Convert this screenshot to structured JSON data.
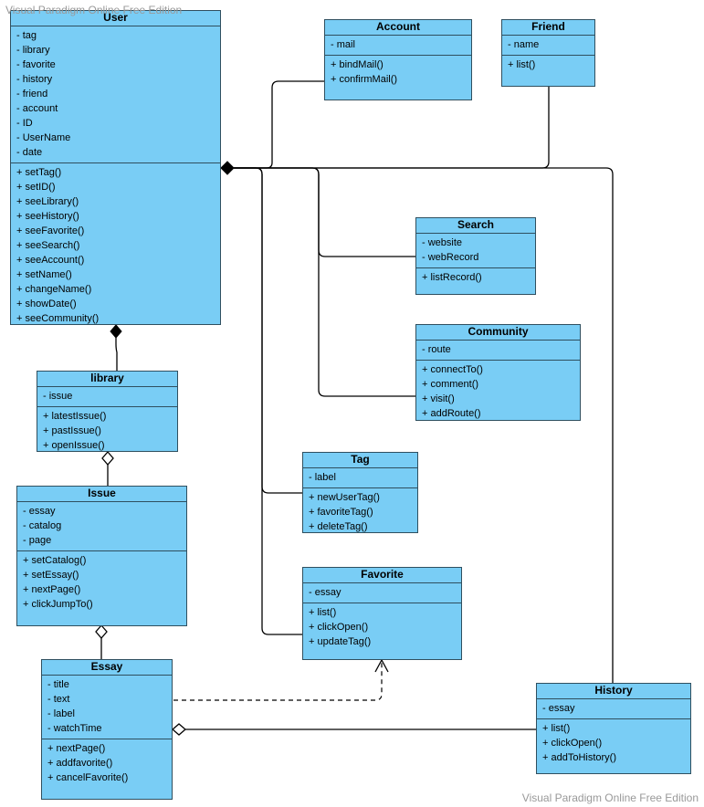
{
  "watermark": "Visual Paradigm Online Free Edition",
  "classes": {
    "user": {
      "name": "User",
      "attributes": [
        "- tag",
        "- library",
        "- favorite",
        "- history",
        "- friend",
        "- account",
        "- ID",
        "- UserName",
        "- date"
      ],
      "operations": [
        "+ setTag()",
        "+ setID()",
        "+ seeLibrary()",
        "+ seeHistory()",
        "+ seeFavorite()",
        "+ seeSearch()",
        "+ seeAccount()",
        "+ setName()",
        "+ changeName()",
        "+ showDate()",
        "+ seeCommunity()"
      ]
    },
    "account": {
      "name": "Account",
      "attributes": [
        "- mail"
      ],
      "operations": [
        "+ bindMail()",
        "+ confirmMail()"
      ]
    },
    "friend": {
      "name": "Friend",
      "attributes": [
        "- name"
      ],
      "operations": [
        "+ list()"
      ]
    },
    "search": {
      "name": "Search",
      "attributes": [
        "- website",
        "- webRecord"
      ],
      "operations": [
        "+ listRecord()"
      ]
    },
    "community": {
      "name": "Community",
      "attributes": [
        "- route"
      ],
      "operations": [
        "+ connectTo()",
        "+ comment()",
        "+ visit()",
        "+ addRoute()"
      ]
    },
    "library": {
      "name": "library",
      "attributes": [
        "- issue"
      ],
      "operations": [
        "+ latestIssue()",
        "+ pastIssue()",
        "+ openIssue()"
      ]
    },
    "tag": {
      "name": "Tag",
      "attributes": [
        "- label"
      ],
      "operations": [
        "+ newUserTag()",
        "+ favoriteTag()",
        "+ deleteTag()"
      ]
    },
    "issue": {
      "name": "Issue",
      "attributes": [
        "- essay",
        "- catalog",
        "- page"
      ],
      "operations": [
        "+ setCatalog()",
        "+ setEssay()",
        "+ nextPage()",
        "+ clickJumpTo()"
      ]
    },
    "favorite": {
      "name": "Favorite",
      "attributes": [
        "- essay"
      ],
      "operations": [
        "+ list()",
        "+ clickOpen()",
        "+ updateTag()"
      ]
    },
    "essay": {
      "name": "Essay",
      "attributes": [
        "- title",
        "- text",
        "- label",
        "- watchTime"
      ],
      "operations": [
        "+ nextPage()",
        "+ addfavorite()",
        "+ cancelFavorite()"
      ]
    },
    "history": {
      "name": "History",
      "attributes": [
        "- essay"
      ],
      "operations": [
        "+ list()",
        "+ clickOpen()",
        "+ addToHistory()"
      ]
    }
  },
  "colors": {
    "class_fill": "#79cdf5",
    "class_border": "#2f4f5f",
    "line": "#000000",
    "watermark": "#999999"
  }
}
